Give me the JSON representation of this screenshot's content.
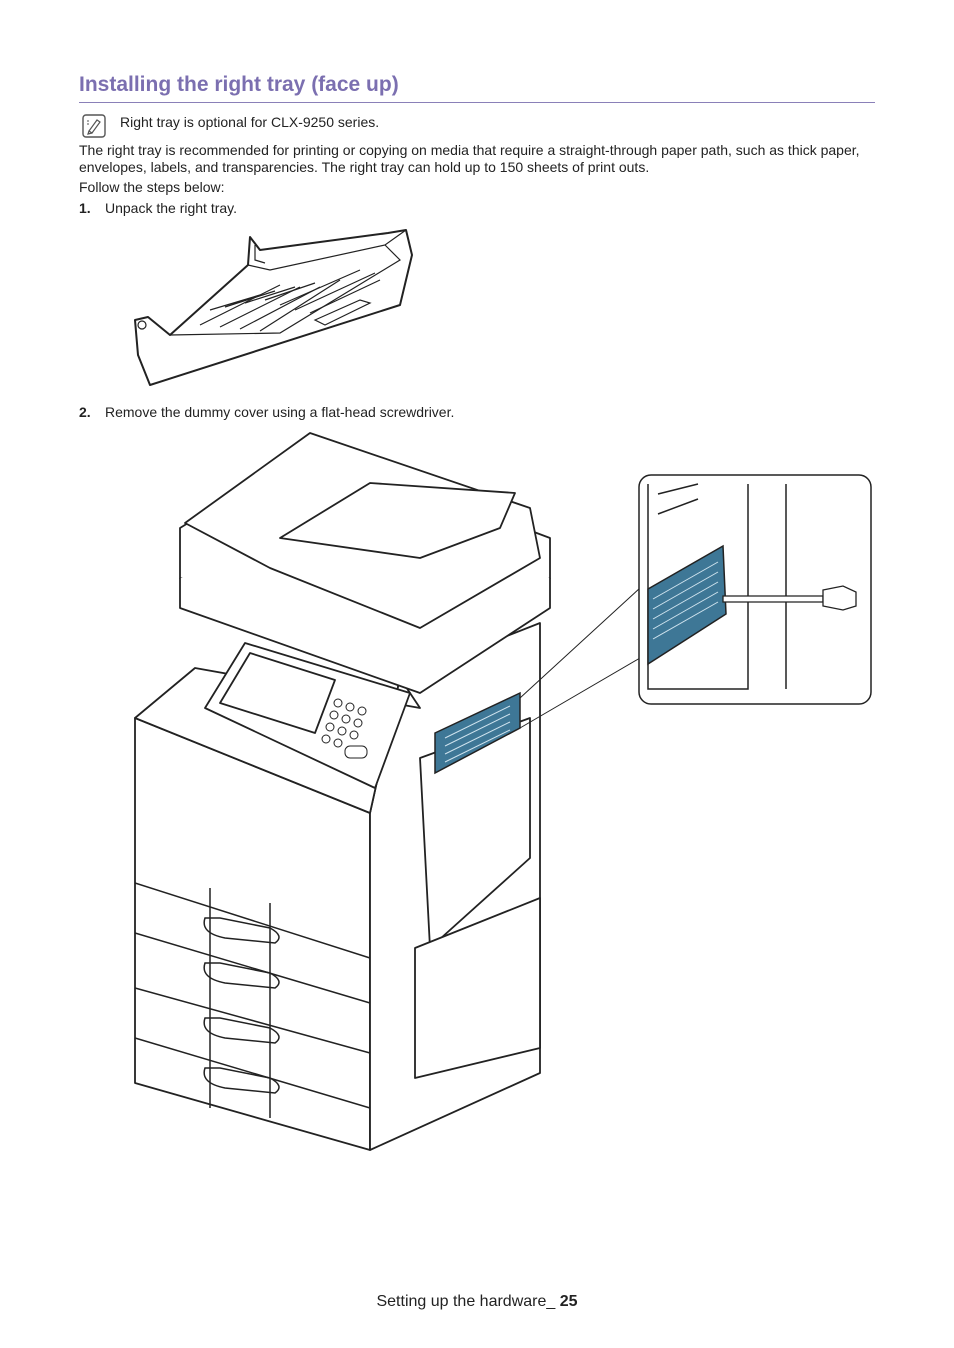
{
  "section": {
    "title": "Installing the right tray (face up)"
  },
  "note": {
    "icon": "note-pencil-icon",
    "text": "Right tray is optional for CLX-9250 series."
  },
  "body": {
    "paragraph": "The right tray is recommended for printing or copying on media that require a straight-through paper path, such as thick paper, envelopes, labels, and transparencies. The right tray can hold up to 150 sheets of print outs.",
    "follow": "Follow the steps below:"
  },
  "steps": [
    {
      "number": "1.",
      "text": "Unpack the right tray."
    },
    {
      "number": "2.",
      "text": "Remove the dummy cover using a flat-head screwdriver."
    }
  ],
  "colors": {
    "heading": "#7b6fb0",
    "cover_highlight": "#3e7796"
  },
  "footer": {
    "text": "Setting up the hardware_ ",
    "page": "25"
  }
}
